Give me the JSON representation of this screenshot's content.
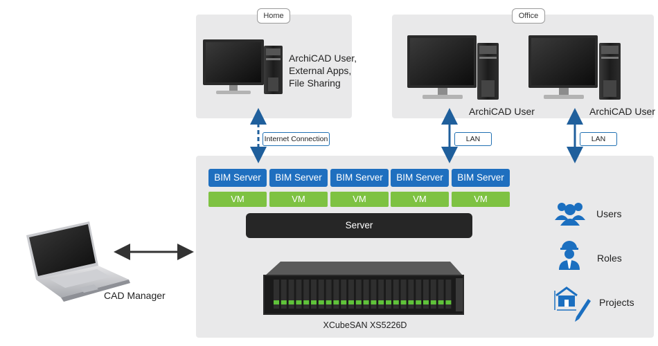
{
  "colors": {
    "bim_server": "#1f6fbf",
    "vm": "#7ec242",
    "server": "#262626",
    "panel": "#e9e9ea",
    "arrow": "#1f5f9c",
    "icon_blue": "#1b6fc0"
  },
  "home": {
    "tag": "Home",
    "label_lines": [
      "ArchiCAD User,",
      "External Apps,",
      "File Sharing"
    ]
  },
  "office": {
    "tag": "Office",
    "user1": "ArchiCAD User",
    "user2": "ArchiCAD User"
  },
  "connections": {
    "internet": "Internet Connection",
    "lan1": "LAN",
    "lan2": "LAN"
  },
  "servers": {
    "bim": [
      "BIM Server",
      "BIM Server",
      "BIM Server",
      "BIM Server",
      "BIM Server"
    ],
    "vm": [
      "VM",
      "VM",
      "VM",
      "VM",
      "VM"
    ],
    "server": "Server"
  },
  "storage": {
    "model": "XCubeSAN XS5226D"
  },
  "cad_manager": "CAD Manager",
  "legend": {
    "users": "Users",
    "roles": "Roles",
    "projects": "Projects"
  },
  "icons": [
    "monitor-icon",
    "tower-pc-icon",
    "laptop-icon",
    "users-icon",
    "worker-icon",
    "house-pencil-icon",
    "storage-array-icon"
  ]
}
